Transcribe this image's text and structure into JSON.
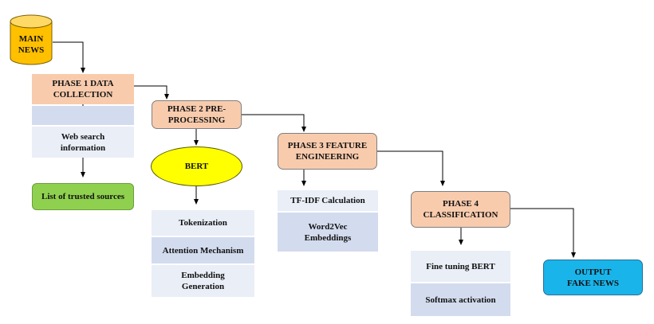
{
  "nodes": {
    "main_news": "MAIN\nNEWS",
    "phase1": "PHASE  1 DATA\nCOLLECTION",
    "web_search": "Web search\ninformation",
    "trusted_sources": "List of trusted sources",
    "phase2": "PHASE  2 PRE-\nPROCESSING",
    "bert": "BERT",
    "tokenization": "Tokenization",
    "attention": "Attention Mechanism",
    "embedding": "Embedding\nGeneration",
    "phase3": "PHASE  3 FEATURE\nENGINEERING",
    "tfidf": "TF-IDF  Calculation",
    "word2vec": "Word2Vec\nEmbeddings",
    "phase4": "PHASE  4\nCLASSIFICATION",
    "fine_tuning": "Fine tuning BERT",
    "softmax": "Softmax  activation",
    "output": "OUTPUT\nFAKE NEWS"
  },
  "colors": {
    "phase_fill": "#f8cbad",
    "sub_light": "#e9eef7",
    "sub_mid": "#d3dcee",
    "green": "#8fd14f",
    "blue": "#19b4ea",
    "yellow": "#ffff00",
    "cylinder": "#ffc000"
  }
}
